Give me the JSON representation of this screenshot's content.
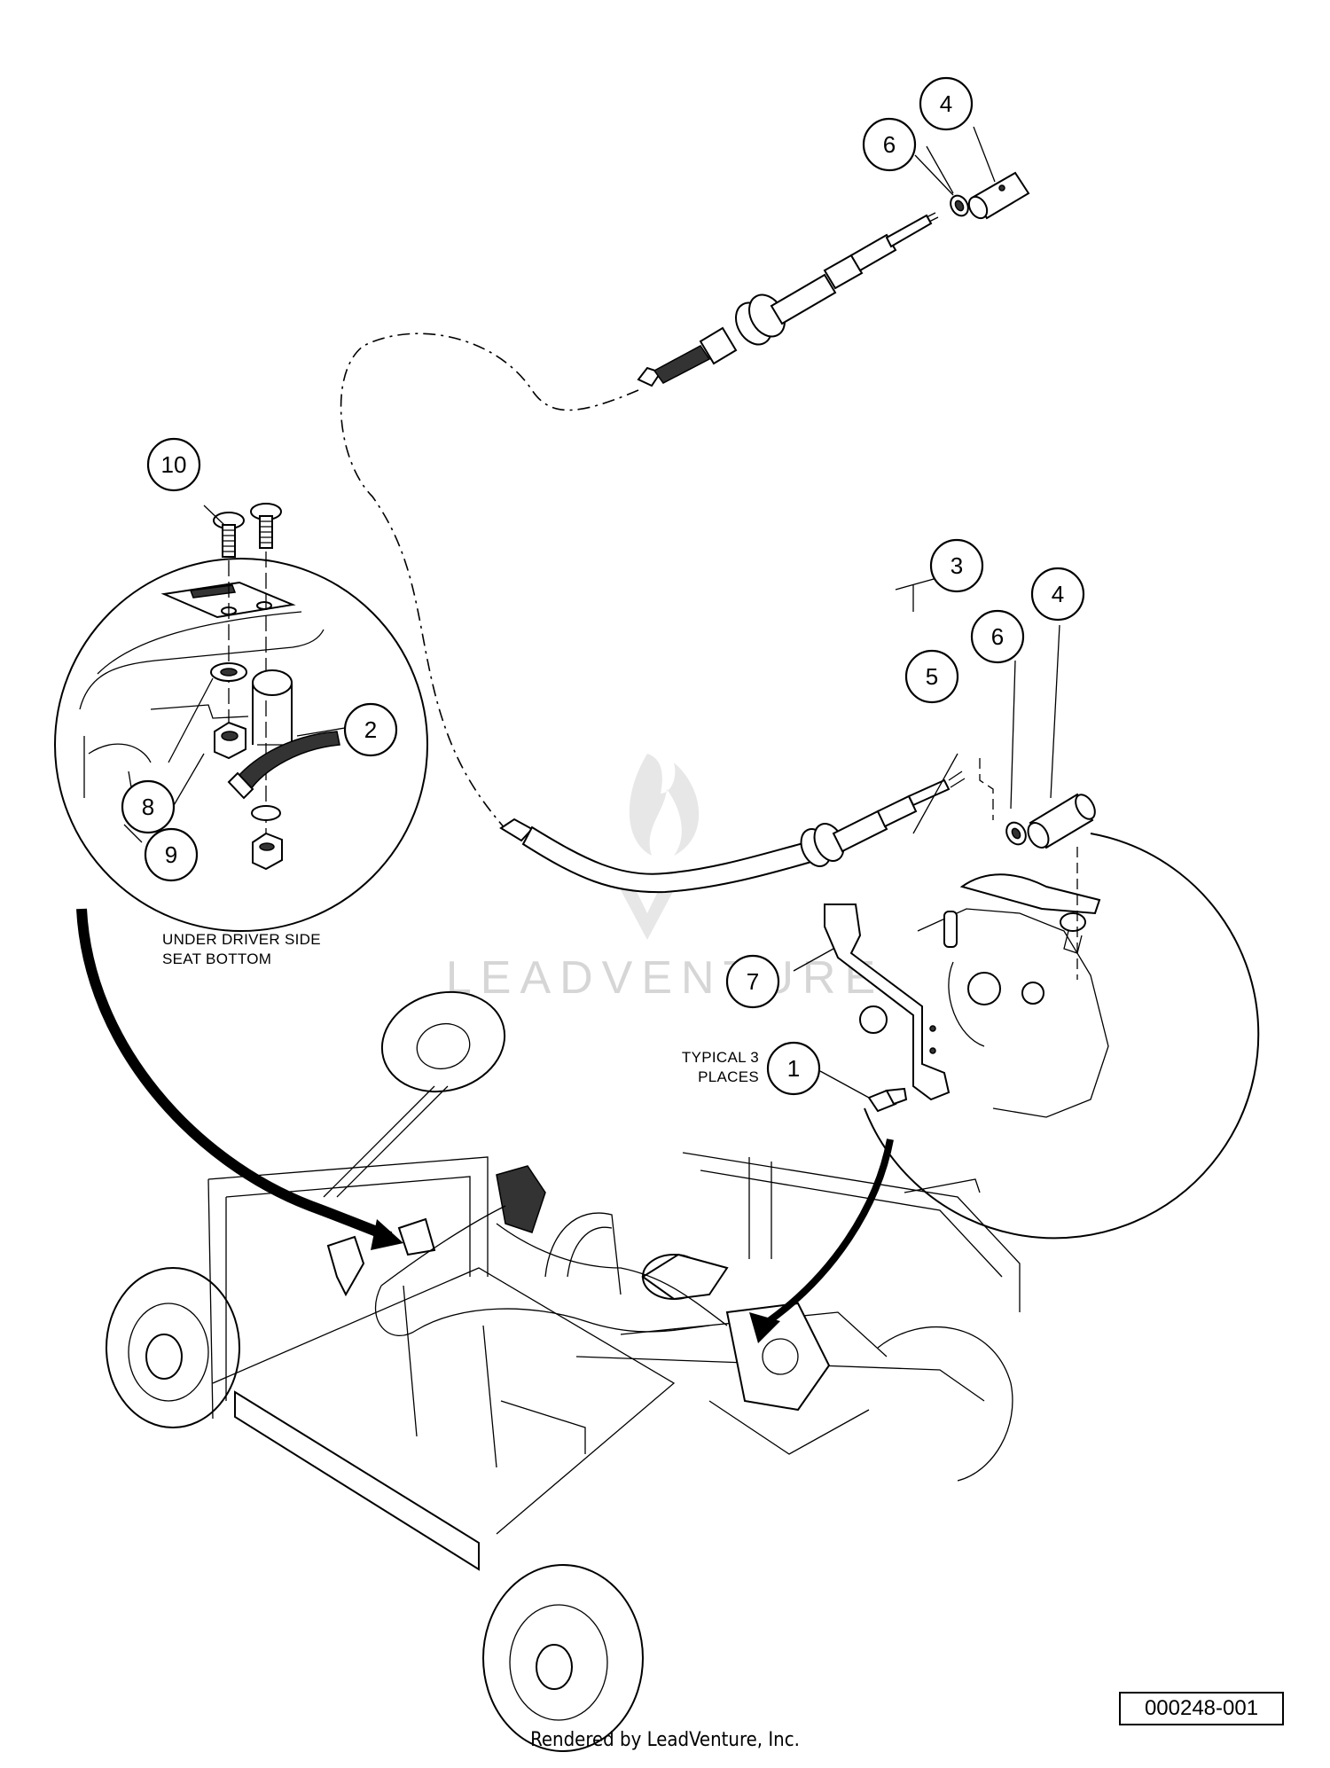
{
  "callouts": {
    "c1": "1",
    "c2": "2",
    "c3": "3",
    "c4_top": "4",
    "c4_right": "4",
    "c5": "5",
    "c6_top": "6",
    "c6_right": "6",
    "c7": "7",
    "c8": "8",
    "c9": "9",
    "c10": "10"
  },
  "notes": {
    "under_seat_line1": "UNDER DRIVER SIDE",
    "under_seat_line2": "SEAT BOTTOM",
    "typical_line1": "TYPICAL 3",
    "typical_line2": "PLACES"
  },
  "watermark": "LEADVENTURE",
  "part_number": "000248-001",
  "footer": "Rendered by LeadVenture, Inc."
}
